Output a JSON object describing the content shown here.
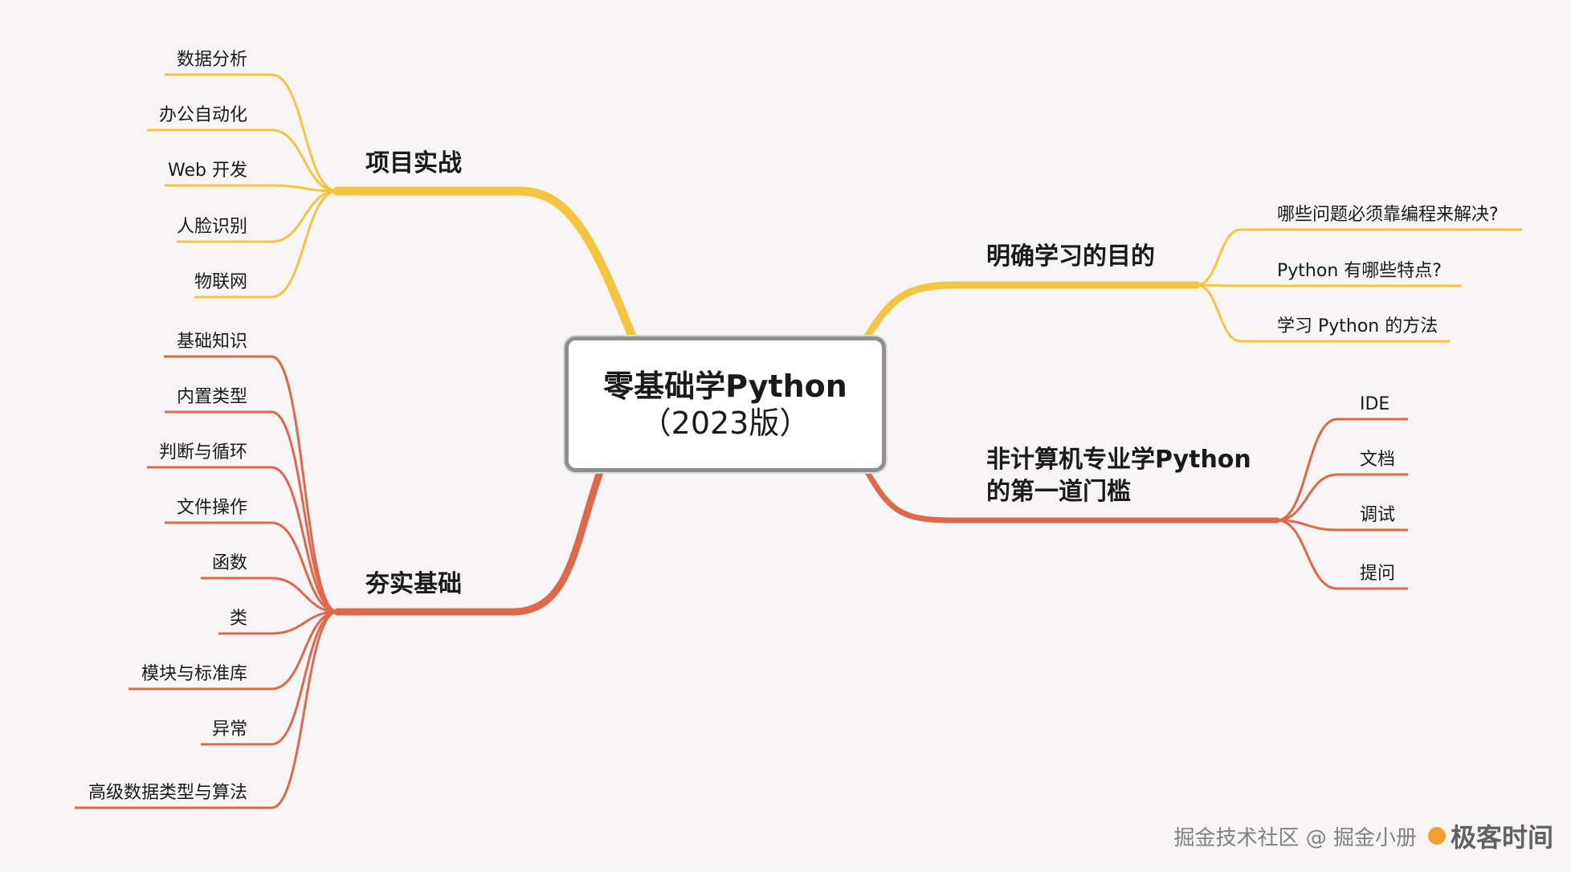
{
  "colors": {
    "background": "#f7f5f5",
    "yellow_branch": "#f5c542",
    "red_branch": "#e0684a",
    "center_border": "#8f8f8f"
  },
  "center": {
    "title": "零基础学Python",
    "subtitle": "（2023版）"
  },
  "branches": {
    "project": {
      "label": "项目实战",
      "items": [
        "数据分析",
        "办公自动化",
        "Web 开发",
        "人脸识别",
        "物联网"
      ]
    },
    "foundation": {
      "label": "夯实基础",
      "items": [
        "基础知识",
        "内置类型",
        "判断与循环",
        "文件操作",
        "函数",
        "类",
        "模块与标准库",
        "异常",
        "高级数据类型与算法"
      ]
    },
    "goal": {
      "label": "明确学习的目的",
      "items": [
        "哪些问题必须靠编程来解决?",
        "Python 有哪些特点?",
        "学习 Python 的方法"
      ]
    },
    "threshold": {
      "label_line1": "非计算机专业学Python",
      "label_line2": "的第一道门槛",
      "items": [
        "IDE",
        "文档",
        "调试",
        "提问"
      ]
    }
  },
  "watermark": {
    "text": "掘金技术社区 @ 掘金小册",
    "logo": "极客时间"
  }
}
